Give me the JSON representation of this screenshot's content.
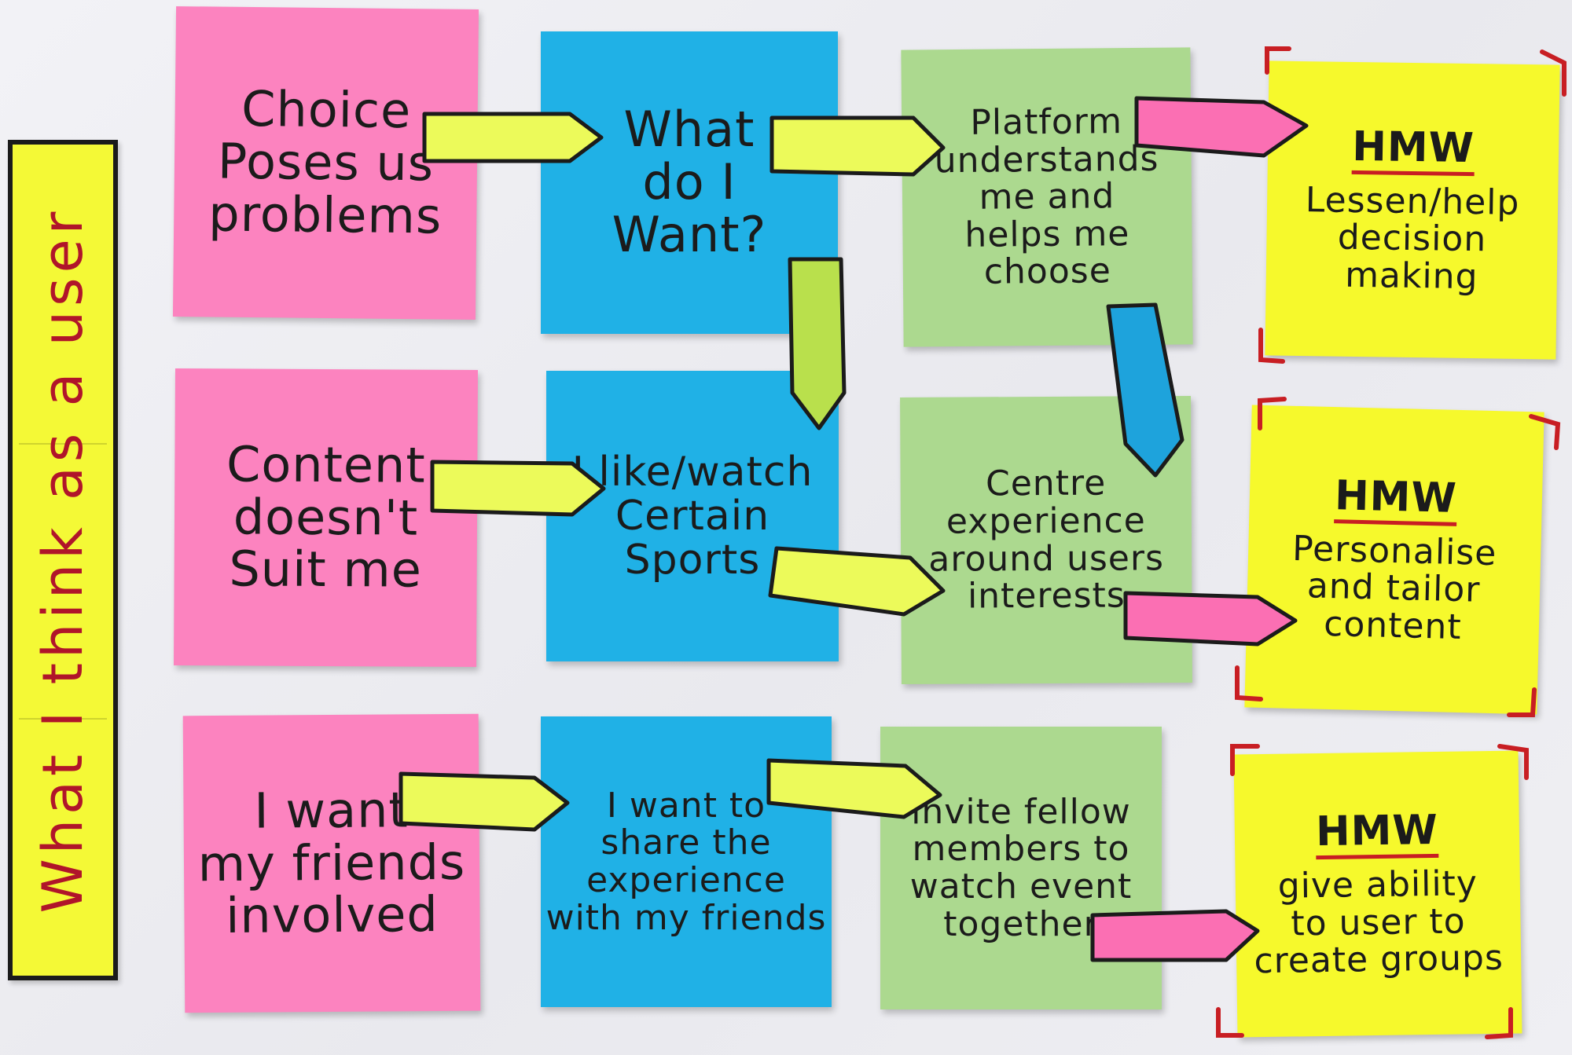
{
  "side_label": "What I think as a user",
  "notes": {
    "r1c1": [
      "Choice",
      "Poses us",
      "problems"
    ],
    "r1c2": [
      "What",
      "do I",
      "Want?"
    ],
    "r1c3": [
      "Platform",
      "understands",
      "me and",
      "helps me choose"
    ],
    "r1c4": {
      "title": "HMW",
      "body": [
        "Lessen/help",
        "decision",
        "making"
      ]
    },
    "r2c1": [
      "Content",
      "doesn't",
      "Suit me"
    ],
    "r2c2": [
      "I like/watch",
      "Certain",
      "Sports"
    ],
    "r2c3": [
      "Centre",
      "experience",
      "around users",
      "interests"
    ],
    "r2c4": {
      "title": "HMW",
      "body": [
        "Personalise",
        "and tailor",
        "content"
      ]
    },
    "r3c1": [
      "I want",
      "my friends",
      "involved"
    ],
    "r3c2": [
      "I want to",
      "share the",
      "experience",
      "with my friends"
    ],
    "r3c3": [
      "invite fellow",
      "members to",
      "watch event",
      "together"
    ],
    "r3c4": {
      "title": "HMW",
      "body": [
        "give ability",
        "to user to",
        "create groups"
      ]
    }
  },
  "colors": {
    "pink": "#fc83bf",
    "blue": "#20b1e6",
    "green": "#acd98f",
    "yellow": "#f6f92c",
    "arrow_yellow": "#ecfa5a",
    "arrow_pink": "#fb6fb3",
    "arrow_blue": "#1ea3dc",
    "hmw_bracket": "#c81e23",
    "side_text": "#b0152a"
  }
}
